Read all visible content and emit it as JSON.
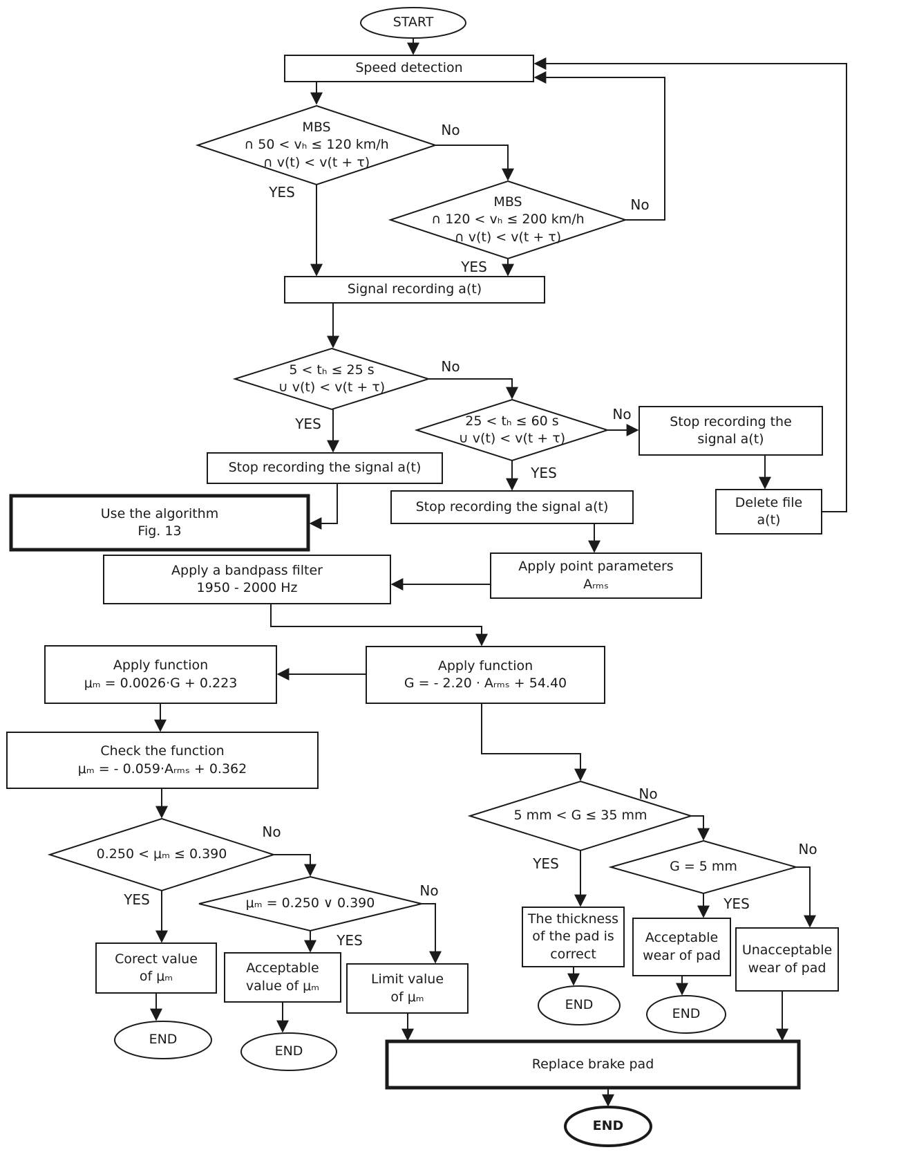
{
  "colors": {
    "line": "#1a1a1a",
    "background": "#ffffff"
  },
  "nodes": {
    "start": {
      "label": "START"
    },
    "speed": {
      "label": "Speed detection"
    },
    "d1": {
      "lines": [
        "MBS",
        "∩ 50 < vₕ ≤ 120 km/h",
        "∩ v(t) < v(t + τ)"
      ]
    },
    "d2": {
      "lines": [
        "MBS",
        "∩ 120 < vₕ ≤ 200 km/h",
        "∩ v(t) < v(t + τ)"
      ]
    },
    "sigrec": {
      "label": "Signal recording a(t)"
    },
    "d3": {
      "lines": [
        "5 < tₕ ≤ 25 s",
        "∪ v(t) < v(t + τ)"
      ]
    },
    "d4": {
      "lines": [
        "25 < tₕ ≤ 60 s",
        "∪ v(t) < v(t + τ)"
      ]
    },
    "stop_left": {
      "label": "Stop recording the signal a(t)"
    },
    "stop_right": {
      "lines": [
        "Stop recording the",
        "signal a(t)"
      ]
    },
    "stop_mid": {
      "label": "Stop recording the signal a(t)"
    },
    "delete_file": {
      "lines": [
        "Delete file",
        "a(t)"
      ]
    },
    "algorithm": {
      "lines": [
        "Use the algorithm",
        "Fig. 13"
      ]
    },
    "bandpass": {
      "lines": [
        "Apply a bandpass filter",
        "1950 - 2000 Hz"
      ]
    },
    "applyparams": {
      "lines": [
        "Apply point parameters",
        "Aᵣₘₛ"
      ]
    },
    "applyfn_left": {
      "lines": [
        "Apply function",
        "μₘ = 0.0026·G + 0.223"
      ]
    },
    "applyfn_right": {
      "lines": [
        "Apply function",
        "G = - 2.20 · Aᵣₘₛ + 54.40"
      ]
    },
    "checkfn": {
      "lines": [
        "Check the function",
        "μₘ = - 0.059·Aᵣₘₛ + 0.362"
      ]
    },
    "d5": {
      "label": "0.250 < μₘ ≤ 0.390"
    },
    "d6": {
      "label": "μₘ = 0.250 ∨ 0.390"
    },
    "d7": {
      "label": "5 mm < G ≤ 35 mm"
    },
    "d8": {
      "label": "G = 5 mm"
    },
    "correct": {
      "lines": [
        "Corect value",
        "of μₘ"
      ]
    },
    "acceptable": {
      "lines": [
        "Acceptable",
        "value of μₘ"
      ]
    },
    "limit": {
      "lines": [
        "Limit value",
        "of μₘ"
      ]
    },
    "thickness": {
      "lines": [
        "The thickness",
        "of the pad is",
        "correct"
      ]
    },
    "acceptwear": {
      "lines": [
        "Acceptable",
        "wear of pad"
      ]
    },
    "unacceptwear": {
      "lines": [
        "Unacceptable",
        "wear of pad"
      ]
    },
    "replace": {
      "label": "Replace brake pad"
    },
    "end1": {
      "label": "END"
    },
    "end2": {
      "label": "END"
    },
    "end3": {
      "label": "END"
    },
    "end4": {
      "label": "END"
    },
    "end5": {
      "label": "END"
    }
  },
  "edge_labels": {
    "d1_yes": "YES",
    "d1_no": "No",
    "d2_yes": "YES",
    "d2_no": "No",
    "d3_yes": "YES",
    "d3_no": "No",
    "d4_yes": "YES",
    "d4_no": "No",
    "d5_yes": "YES",
    "d5_no": "No",
    "d6_yes": "YES",
    "d6_no": "No",
    "d7_yes": "YES",
    "d7_no": "No",
    "d8_yes": "YES",
    "d8_no": "No"
  }
}
